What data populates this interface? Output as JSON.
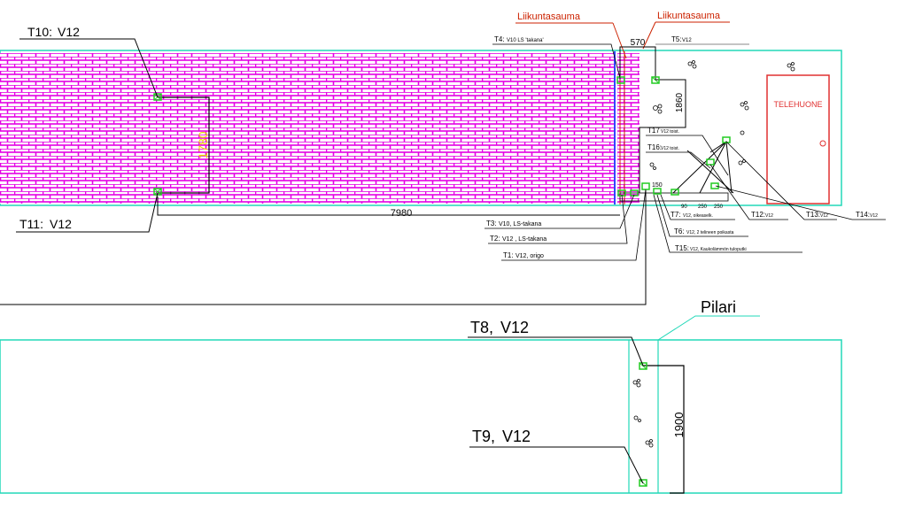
{
  "expansion_joints": {
    "left": "Liikuntasauma",
    "right": "Liikuntasauma"
  },
  "room": {
    "door_label": "TELEHUONE"
  },
  "column": {
    "label": "Pilari"
  },
  "dimensions": {
    "main_length": "7980",
    "top_width": "570",
    "side_height": "1860",
    "yellow_height": "1780",
    "small": "150",
    "d90": "90",
    "d250a": "250",
    "d250b": "250",
    "lower_height": "1900"
  },
  "tags": {
    "t10": {
      "code": "T10:",
      "text": "V12"
    },
    "t11": {
      "code": "T11:",
      "text": "V12"
    },
    "t4": {
      "code": "T4:",
      "text": "V10 LS 'takana'"
    },
    "t5": {
      "code": "T5:",
      "text": "V12"
    },
    "t17": {
      "code": "T17",
      "text": "V12 toist."
    },
    "t16": {
      "code": "T16:",
      "text": "V12 toist."
    },
    "t12": {
      "code": "T12:",
      "text": "V12"
    },
    "t13": {
      "code": "T13:",
      "text": "V12"
    },
    "t14": {
      "code": "T14:",
      "text": "V12"
    },
    "t3": {
      "code": "T3:",
      "text": "V10, LS-takana"
    },
    "t2": {
      "code": "T2:",
      "text": "V12 , LS-takana"
    },
    "t1": {
      "code": "T1:",
      "text": "V12, origo"
    },
    "t7": {
      "code": "T7:",
      "text": "V12, oikeaselk."
    },
    "t6": {
      "code": "T6:",
      "text": "V12, 2 telineen poikasta"
    },
    "t15": {
      "code": "T15:",
      "text": "V12, Kaukolämmön tuloputki"
    },
    "t8": {
      "code": "T8,",
      "text": "V12"
    },
    "t9": {
      "code": "T9,",
      "text": "V12"
    }
  },
  "colors": {
    "wall_outline": "#22d8b8",
    "brick_fill": "#e400e4",
    "marker": "#22cc22",
    "joint_text": "#cc2200",
    "door": "#e03030",
    "dimension_yellow": "#e8d800",
    "blue_line": "#3344ff"
  }
}
